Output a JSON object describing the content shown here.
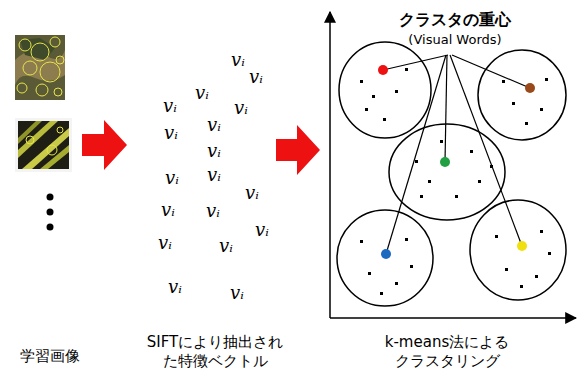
{
  "diagram": {
    "labels": [
      "クラスタの重心",
      "(Visual Words)",
      "vᵢ",
      "vᵢ",
      "vᵢ",
      "vᵢ",
      "vᵢ",
      "vᵢ",
      "vᵢ",
      "vᵢ",
      "vᵢ",
      "vᵢ",
      "vᵢ",
      "vᵢ",
      "vᵢ",
      "vᵢ",
      "vᵢ",
      "vᵢ",
      "vᵢ",
      "vᵢ",
      "学習画像",
      "SIFTにより抽出され た特徴ベクトル",
      "k-means法による クラスタリング"
    ]
  }
}
